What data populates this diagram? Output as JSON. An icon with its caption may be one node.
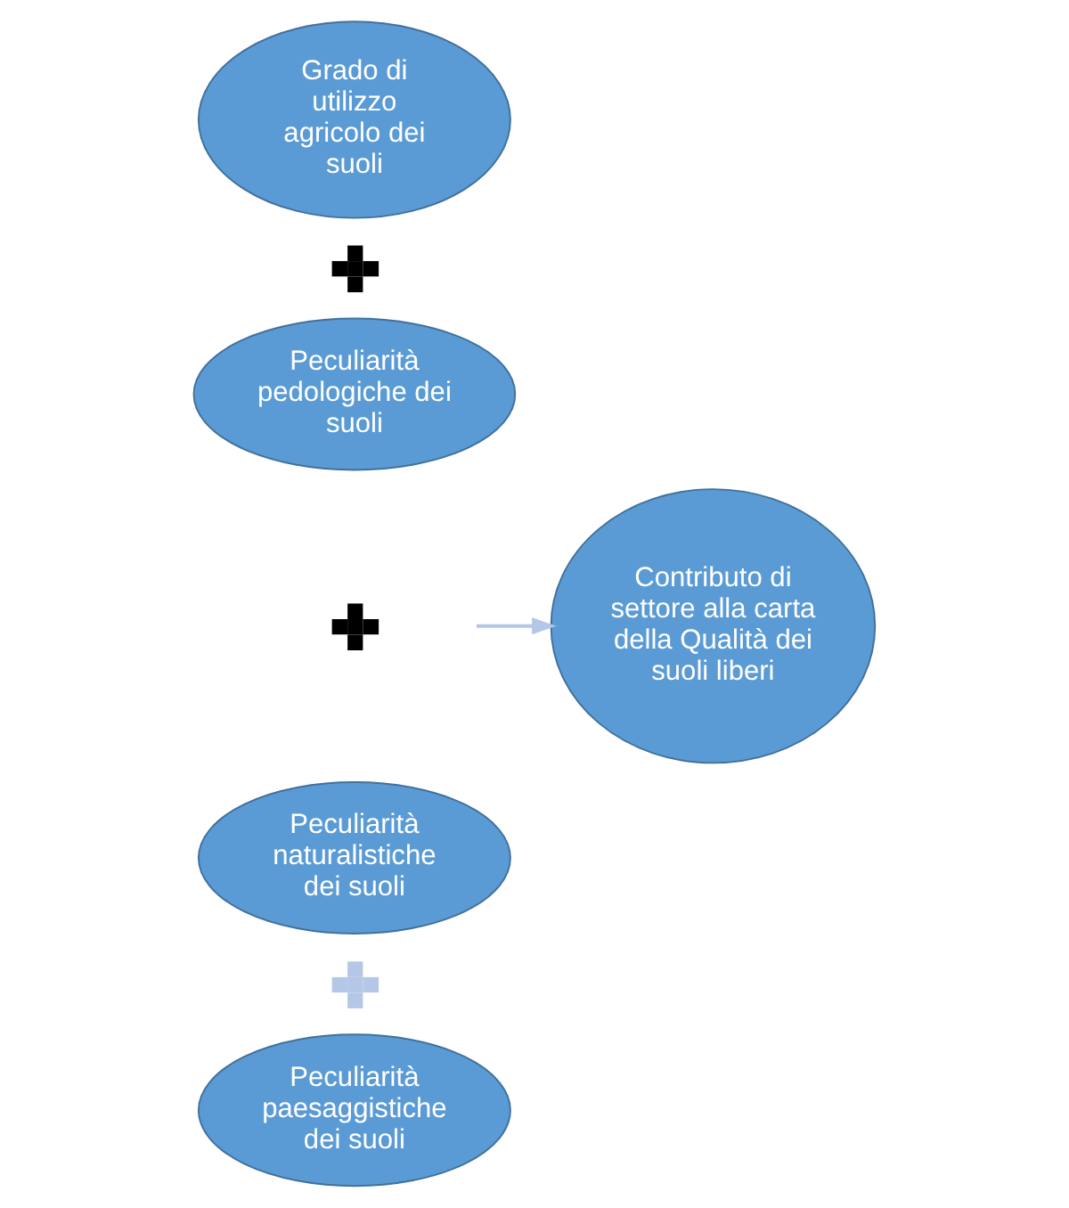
{
  "diagram": {
    "nodes": [
      {
        "text": [
          "Grado di utilizzo agricolo dei suoli"
        ]
      },
      {
        "text": [],
        "shape": "cross"
      },
      {
        "text": [
          "Peculiarità pedologiche dei suoli"
        ]
      },
      {
        "text": [],
        "shape": "cross"
      },
      {
        "text": [
          "Peculiarità naturalistiche dei suoli"
        ]
      },
      {
        "text": [],
        "shape": "cross"
      },
      {
        "text": [
          "Peculiarità paesaggistiche dei suoli"
        ]
      },
      {
        "text": [
          "Contributo di settore alla carta della Qualità dei suoli liberi"
        ]
      }
    ],
    "edges": [
      {
        "from": null,
        "to": 7,
        "arrow": "to",
        "color": "#b4c7e7"
      }
    ]
  }
}
